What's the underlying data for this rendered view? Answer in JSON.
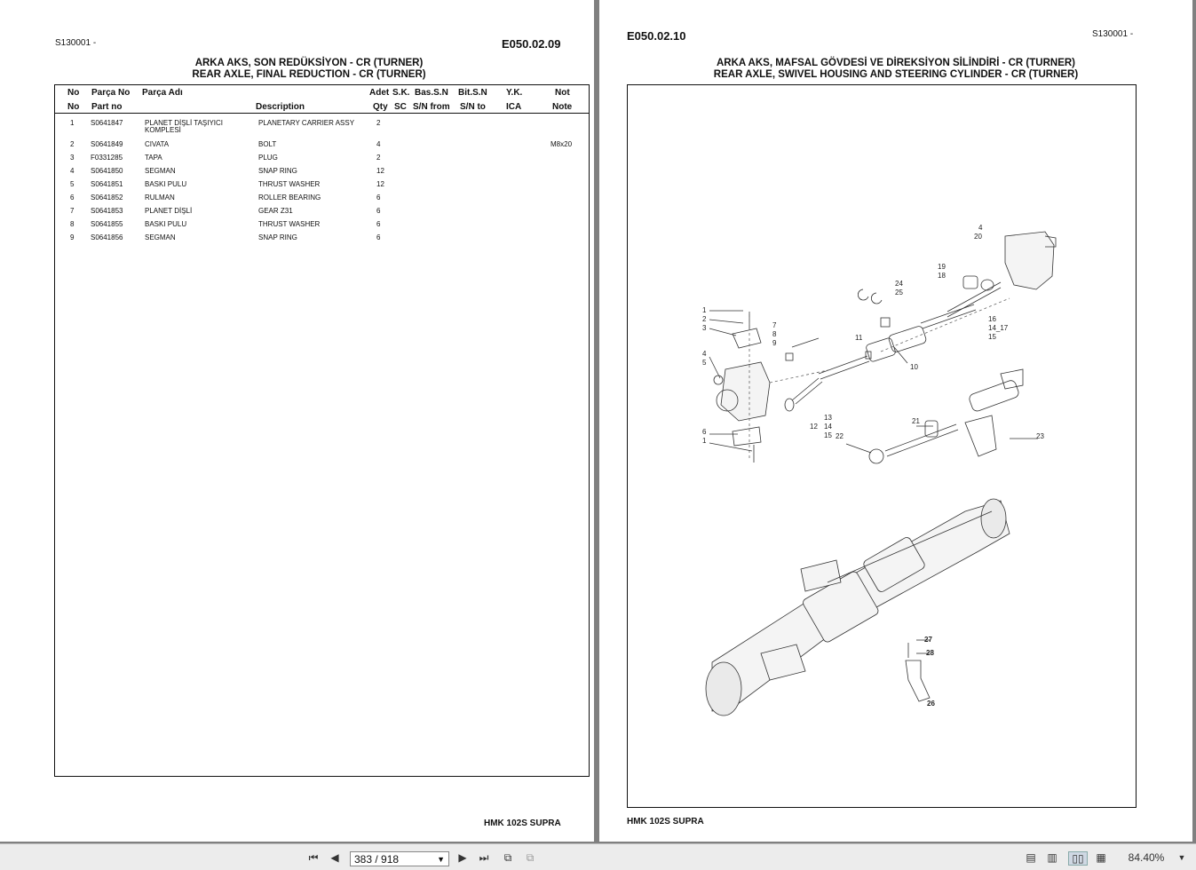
{
  "left_page": {
    "serial": "S130001 -",
    "code": "E050.02.09",
    "title_tr": "ARKA AKS, SON REDÜKSİYON - CR (TURNER)",
    "title_en": "REAR AXLE, FINAL REDUCTION - CR (TURNER)",
    "columns": {
      "no_tr": "No",
      "no_en": "No",
      "part_tr": "Parça No",
      "part_en": "Part no",
      "name_tr": "Parça Adı",
      "desc_en": "Description",
      "qty_tr": "Adet",
      "qty_en": "Qty",
      "sk_tr": "S.K.",
      "sk_en": "SC",
      "bas_tr": "Bas.S.N",
      "bas_en": "S/N from",
      "bit_tr": "Bit.S.N",
      "bit_en": "S/N to",
      "yk_tr": "Y.K.",
      "yk_en": "ICA",
      "not_tr": "Not",
      "not_en": "Note"
    },
    "rows": [
      {
        "no": "1",
        "part": "S0641847",
        "name_tr": "PLANET DİŞLİ TAŞIYICI",
        "name_tr2": "KOMPLESİ",
        "desc": "PLANETARY CARRIER ASSY",
        "qty": "2",
        "note": ""
      },
      {
        "no": "2",
        "part": "S0641849",
        "name_tr": "CIVATA",
        "name_tr2": "",
        "desc": "BOLT",
        "qty": "4",
        "note": "M8x20"
      },
      {
        "no": "3",
        "part": "F0331285",
        "name_tr": "TAPA",
        "name_tr2": "",
        "desc": "PLUG",
        "qty": "2",
        "note": ""
      },
      {
        "no": "4",
        "part": "S0641850",
        "name_tr": "SEGMAN",
        "name_tr2": "",
        "desc": "SNAP RING",
        "qty": "12",
        "note": ""
      },
      {
        "no": "5",
        "part": "S0641851",
        "name_tr": "BASKI PULU",
        "name_tr2": "",
        "desc": "THRUST WASHER",
        "qty": "12",
        "note": ""
      },
      {
        "no": "6",
        "part": "S0641852",
        "name_tr": "RULMAN",
        "name_tr2": "",
        "desc": "ROLLER BEARING",
        "qty": "6",
        "note": ""
      },
      {
        "no": "7",
        "part": "S0641853",
        "name_tr": "PLANET DİŞLİ",
        "name_tr2": "",
        "desc": "GEAR Z31",
        "qty": "6",
        "note": ""
      },
      {
        "no": "8",
        "part": "S0641855",
        "name_tr": "BASKI PULU",
        "name_tr2": "",
        "desc": "THRUST WASHER",
        "qty": "6",
        "note": ""
      },
      {
        "no": "9",
        "part": "S0641856",
        "name_tr": "SEGMAN",
        "name_tr2": "",
        "desc": "SNAP RING",
        "qty": "6",
        "note": ""
      }
    ],
    "footer": "HMK 102S SUPRA"
  },
  "right_page": {
    "code": "E050.02.10",
    "serial": "S130001 -",
    "title_tr": "ARKA AKS, MAFSAL GÖVDESİ VE DİREKSİYON SİLİNDİRİ - CR (TURNER)",
    "title_en": "REAR AXLE, SWIVEL HOUSING AND STEERING CYLINDER - CR (TURNER)",
    "callouts": [
      "1",
      "2",
      "3",
      "4",
      "5",
      "6",
      "1",
      "7",
      "8",
      "9",
      "11",
      "10",
      "12",
      "13",
      "14",
      "15",
      "22",
      "21",
      "23",
      "24",
      "25",
      "16",
      "14_17",
      "15",
      "19",
      "18",
      "4",
      "20",
      "27",
      "28",
      "26"
    ],
    "footer": "HMK 102S SUPRA"
  },
  "toolbar": {
    "first_icon": "first-page-icon",
    "prev_icon": "prev-page-icon",
    "page_value": "383 / 918",
    "next_icon": "next-page-icon",
    "last_icon": "last-page-icon",
    "zoom": "84.40%"
  }
}
